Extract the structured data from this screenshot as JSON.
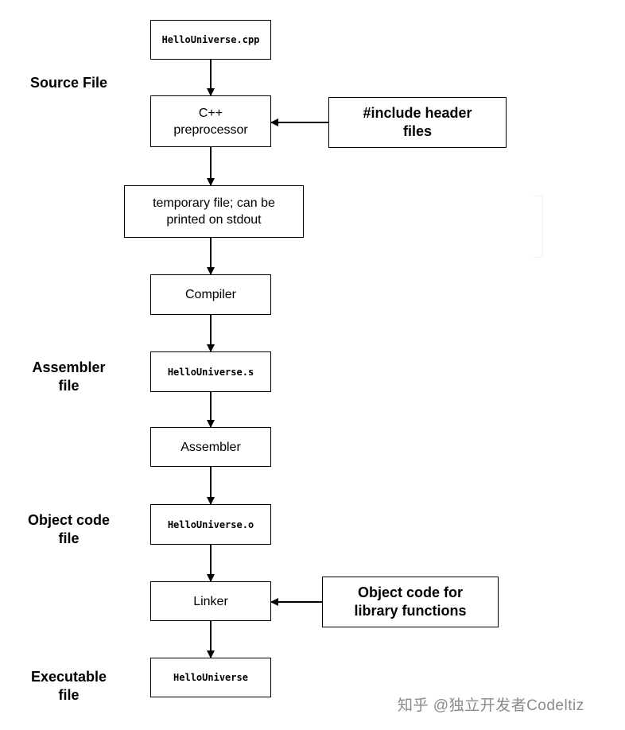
{
  "nodes": {
    "source": "HelloUniverse.cpp",
    "preprocessor": "C++\npreprocessor",
    "headers": "#include header\nfiles",
    "temp": "temporary file; can be\nprinted on stdout",
    "compiler": "Compiler",
    "asm_file": "HelloUniverse.s",
    "assembler": "Assembler",
    "obj_file": "HelloUniverse.o",
    "linker": "Linker",
    "libs": "Object code for\nlibrary functions",
    "exe": "HelloUniverse"
  },
  "labels": {
    "source": "Source File",
    "assembler": "Assembler\nfile",
    "object": "Object code\nfile",
    "executable": "Executable\nfile"
  },
  "watermark": "知乎 @独立开发者Codeltiz"
}
